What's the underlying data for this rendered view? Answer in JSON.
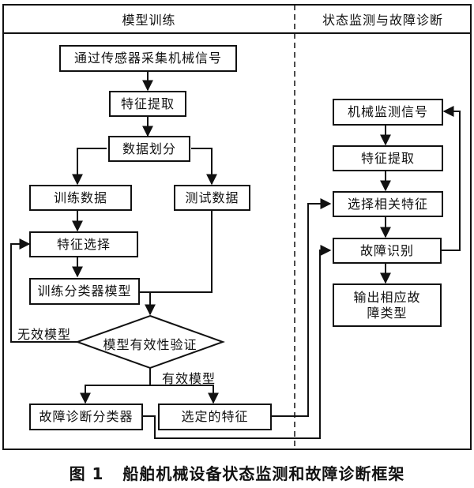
{
  "headers": {
    "left": "模型训练",
    "right": "状态监测与故障诊断"
  },
  "left_panel": {
    "collect": "通过传感器采集机械信号",
    "feature_extract": "特征提取",
    "data_split": "数据划分",
    "train_data": "训练数据",
    "test_data": "测试数据",
    "feature_select": "特征选择",
    "train_classifier": "训练分类器模型",
    "validate": "模型有效性验证",
    "invalid_label": "无效模型",
    "valid_label": "有效模型",
    "fault_classifier": "故障诊断分类器",
    "selected_features": "选定的特征"
  },
  "right_panel": {
    "monitor_signal": "机械监测信号",
    "feature_extract": "特征提取",
    "select_features": "选择相关特征",
    "fault_identify": "故障识别",
    "output_fault_type": "输出相应故障类型"
  },
  "caption": {
    "figure_label": "图 1",
    "title": "船舶机械设备状态监测和故障诊断框架"
  }
}
